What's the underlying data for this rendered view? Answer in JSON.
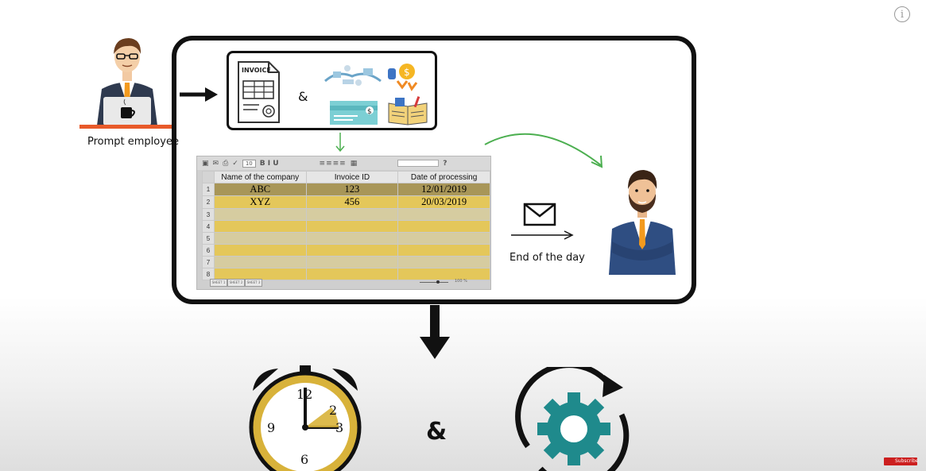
{
  "labels": {
    "prompt_employee": "Prompt employee",
    "end_of_day": "End of the day",
    "ampersand_top": "&",
    "ampersand_bottom": "&",
    "invoice_doc": "INVOICE"
  },
  "spreadsheet": {
    "font_size": "10",
    "format_buttons": "B I U",
    "zoom": "100 %",
    "sheet_tabs": [
      "SHEET 1",
      "SHEET 2",
      "SHEET 3"
    ],
    "columns": [
      "Name of the company",
      "Invoice ID",
      "Date of processing"
    ],
    "row_numbers": [
      "1",
      "2",
      "3",
      "4",
      "5",
      "6",
      "7",
      "8"
    ],
    "rows": [
      [
        "ABC",
        "123",
        "12/01/2019"
      ],
      [
        "XYZ",
        "456",
        "20/03/2019"
      ],
      [
        "",
        "",
        ""
      ],
      [
        "",
        "",
        ""
      ],
      [
        "",
        "",
        ""
      ],
      [
        "",
        "",
        ""
      ],
      [
        "",
        "",
        ""
      ],
      [
        "",
        "",
        ""
      ]
    ]
  },
  "clock": {
    "numbers": [
      "12",
      "2",
      "3",
      "9",
      "6"
    ]
  },
  "colors": {
    "accent_yellow": "#e4c75a",
    "gear_teal": "#1f8a8c",
    "clock_gold": "#d8b23a",
    "arrow_green": "#4caf50"
  },
  "overlay": {
    "info_icon": "i",
    "subscribe_label": "Subscribe"
  }
}
